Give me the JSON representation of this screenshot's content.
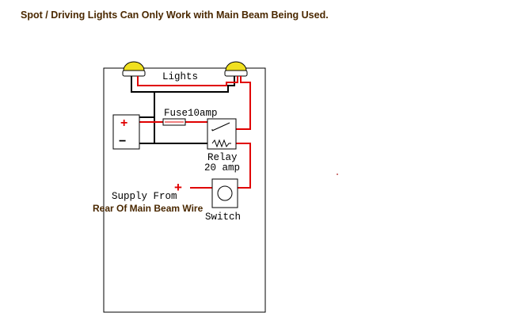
{
  "heading": "Spot / Driving Lights Can Only Work with Main Beam Being Used.",
  "labels": {
    "lights": "Lights",
    "fuse": "Fuse10amp",
    "relay": "Relay",
    "relay_rating": "20 amp",
    "supply_line1": "Supply From",
    "supply_line2": "Rear Of Main Beam Wire",
    "switch": "Switch",
    "battery_plus": "+",
    "battery_minus": "−",
    "supply_plus": "+"
  },
  "colors": {
    "wire_positive": "#e00000",
    "wire_ground": "#000000",
    "lamp": "#f0e020",
    "heading": "#4a2800",
    "label_text": "#000000",
    "supply_label2": "#4a2800"
  }
}
